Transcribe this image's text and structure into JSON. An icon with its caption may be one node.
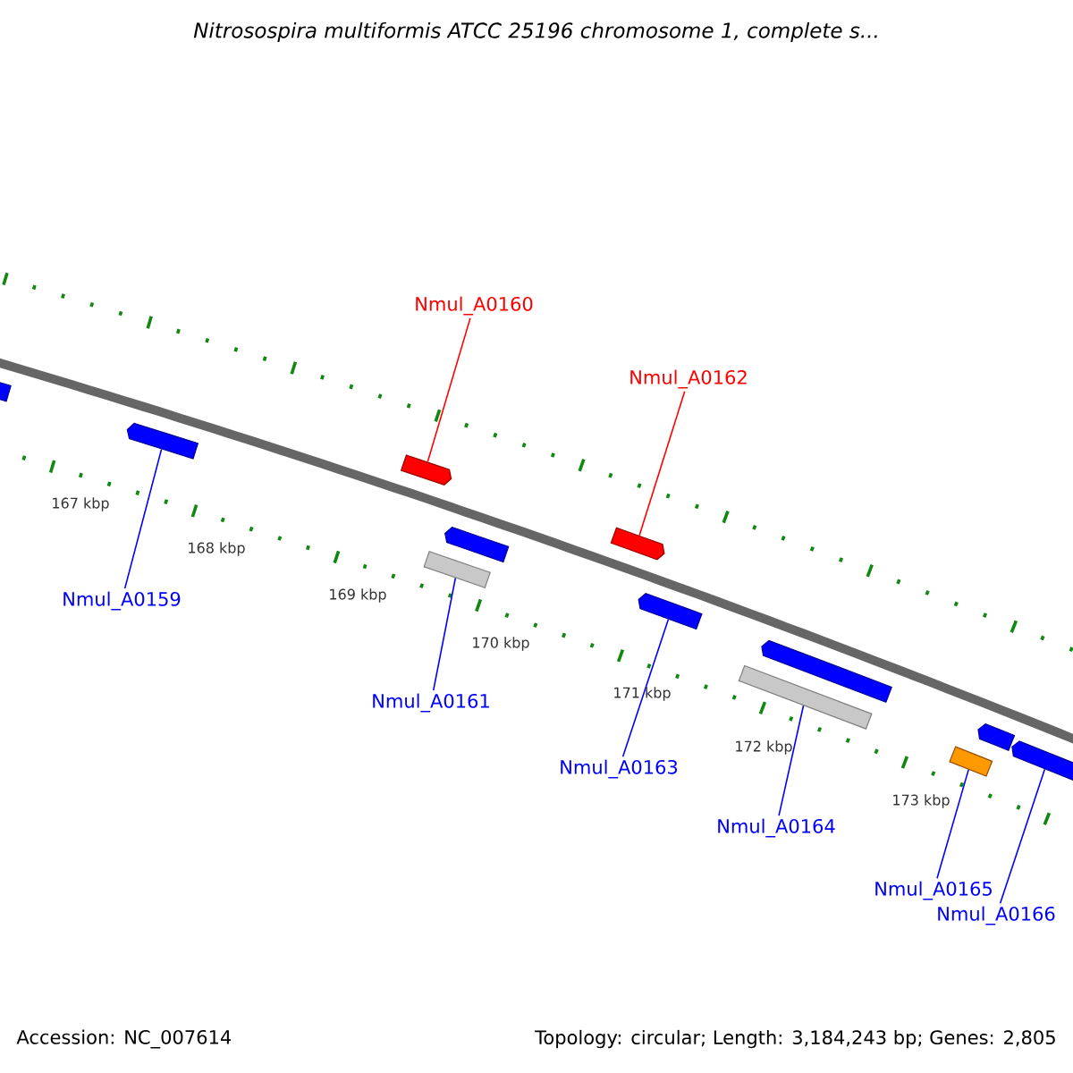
{
  "diagram": {
    "title": "Nitrosospira multiformis ATCC 25196 chromosome 1, complete s...",
    "nodes": [
      {
        "text": [
          "Nmul_A0160"
        ]
      },
      {
        "text": [
          "Nmul_A0162"
        ]
      },
      {
        "text": [
          "Nmul_A0159"
        ]
      },
      {
        "text": [
          "Nmul_A0161"
        ]
      },
      {
        "text": [
          "Nmul_A0163"
        ]
      },
      {
        "text": [
          "Nmul_A0164"
        ]
      },
      {
        "text": [
          "Nmul_A0165"
        ]
      },
      {
        "text": [
          "Nmul_A0166"
        ]
      },
      {
        "text": [],
        "shape": "arrow"
      },
      {
        "text": [],
        "shape": "arrow"
      },
      {
        "text": [],
        "shape": "arrow"
      },
      {
        "text": [],
        "shape": "arrow"
      },
      {
        "text": [],
        "shape": "bar"
      },
      {
        "text": [],
        "shape": "arrow"
      },
      {
        "text": [],
        "shape": "arrow"
      },
      {
        "text": [],
        "shape": "arrow"
      },
      {
        "text": [],
        "shape": "bar"
      },
      {
        "text": [],
        "shape": "arrow"
      },
      {
        "text": [],
        "shape": "bar"
      },
      {
        "text": [],
        "shape": "arrow"
      }
    ],
    "edges": [
      {
        "from": 0,
        "to": 10,
        "arrow": "none",
        "color": "#ff0000"
      },
      {
        "from": 1,
        "to": 13,
        "arrow": "none",
        "color": "#ff0000"
      },
      {
        "from": 2,
        "to": 9,
        "arrow": "none"
      },
      {
        "from": 3,
        "to": 12,
        "arrow": "none"
      },
      {
        "from": 4,
        "to": 14,
        "arrow": "none"
      },
      {
        "from": 5,
        "to": 16,
        "arrow": "none"
      },
      {
        "from": 6,
        "to": 18,
        "arrow": "none"
      },
      {
        "from": 7,
        "to": 19,
        "arrow": "none"
      }
    ],
    "labels": [
      "167 kbp",
      "168 kbp",
      "169 kbp",
      "170 kbp",
      "171 kbp",
      "172 kbp",
      "173 kbp",
      "Accession: NC_007614",
      "Topology: circular; Length: 3,184,243 bp; Genes: 2,805"
    ]
  }
}
